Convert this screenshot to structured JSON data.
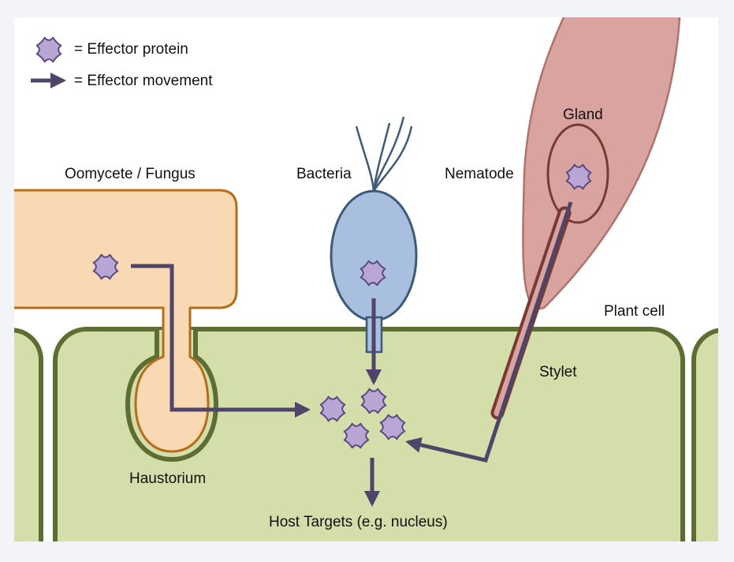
{
  "legend": {
    "effector_protein": "= Effector protein",
    "effector_movement": "= Effector movement"
  },
  "labels": {
    "oomycete_fungus": "Oomycete / Fungus",
    "bacteria": "Bacteria",
    "nematode": "Nematode",
    "gland": "Gland",
    "plant_cell": "Plant cell",
    "stylet": "Stylet",
    "haustorium": "Haustorium",
    "host_targets": "Host Targets (e.g. nucleus)"
  },
  "colors": {
    "page_background": "#f2f4f7",
    "canvas_background": "#ffffff",
    "plant_cell_fill": "#d4deaa",
    "plant_cell_wall": "#5d6e33",
    "fungus_fill": "#f8d9b3",
    "fungus_outline": "#b56d1a",
    "bacteria_fill": "#a8bfdf",
    "bacteria_outline": "#3d5a7a",
    "nematode_fill": "#d9a49f",
    "nematode_outline": "#b0726c",
    "stylet_color": "#7a3a34",
    "effector_fill": "#b9a6d4",
    "effector_outline": "#5a4a82",
    "arrow_color": "#4e4568"
  },
  "icons": {
    "effector": "effector-protein-icon",
    "arrow": "arrow-icon"
  }
}
